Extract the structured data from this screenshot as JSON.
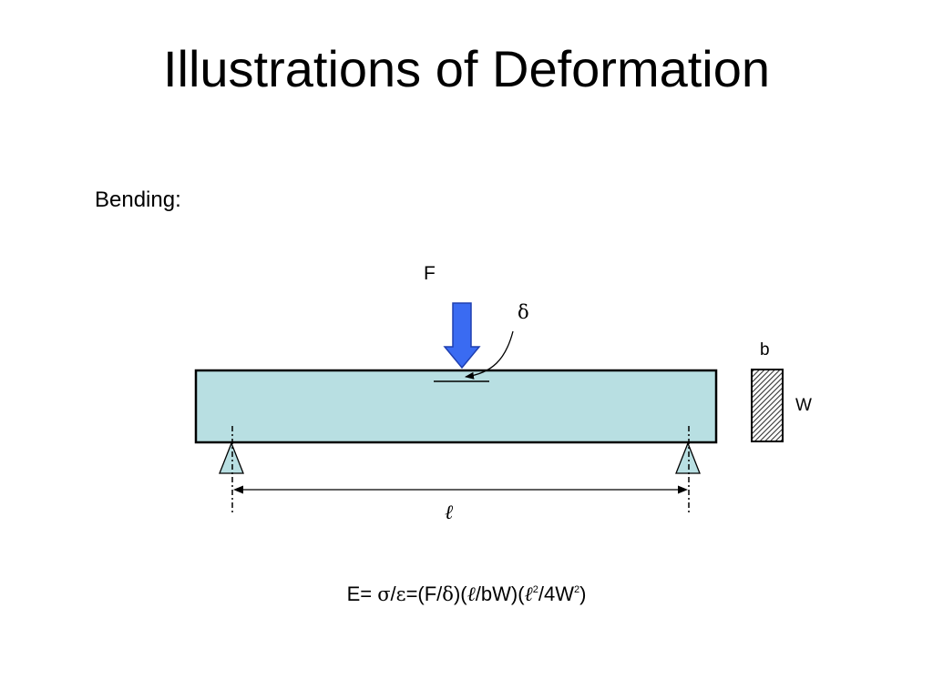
{
  "slide": {
    "title": "Illustrations of Deformation",
    "section_label": "Bending:"
  },
  "diagram": {
    "force_label": "F",
    "deflection_label": "δ",
    "width_label": "b",
    "height_label": "W",
    "span_label": "ℓ"
  },
  "formula": {
    "lhs": "E= ",
    "sigma": "σ",
    "slash1": "/",
    "epsilon": "ε",
    "eq_open": "=(F/",
    "delta": "δ",
    "close_open": ")(",
    "ell1": "ℓ",
    "bw": "/bW)(",
    "ell2": "ℓ",
    "exp1": "2",
    "mid": "/4W",
    "exp2": "2",
    "close": ")"
  },
  "colors": {
    "beam_fill": "#b8dfe2",
    "support_fill": "#b8dfe2",
    "arrow_fill": "#3a6bf2",
    "outline": "#000000"
  }
}
